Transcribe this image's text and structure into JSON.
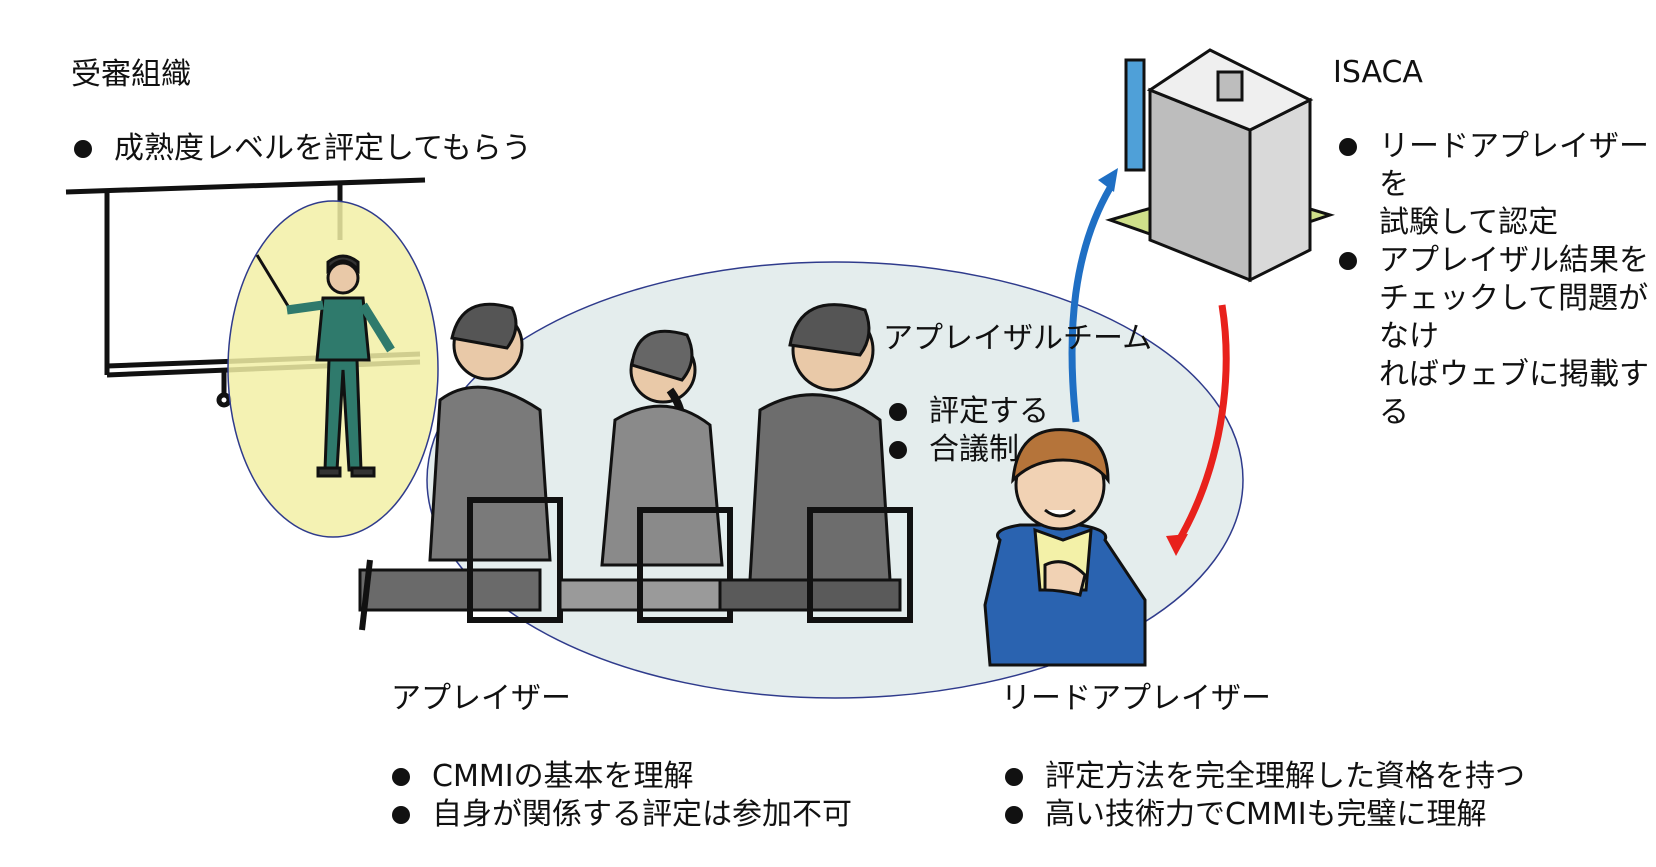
{
  "organization": {
    "title": "受審組織",
    "bullets": [
      "成熟度レベルを評定してもらう"
    ]
  },
  "isaca": {
    "title": "ISACA",
    "bullets": [
      "リードアプレイザーを\n試験して認定",
      "アプレイザル結果を\nチェックして問題がなけ\nればウェブに掲載する"
    ]
  },
  "team": {
    "title": "アプレイザルチーム",
    "bullets": [
      "評定する",
      "合議制"
    ]
  },
  "appraiser": {
    "label": "アプレイザー",
    "bullets": [
      "CMMIの基本を理解",
      "自身が関係する評定は参加不可"
    ]
  },
  "lead_appraiser": {
    "label": "リードアプレイザー",
    "bullets": [
      "評定方法を完全理解した資格を持つ",
      "高い技術力でCMMIも完璧に理解"
    ]
  },
  "colors": {
    "org_ellipse_fill": "#f2f0a6",
    "team_ellipse_fill": "#dde8e8",
    "ellipse_stroke": "#2f3b8c",
    "arrow_up": "#1f6fc4",
    "arrow_down": "#e8211c",
    "suit_blue": "#2a63b0",
    "suit_green": "#2f7a6c",
    "seated_gray": "#6d6d6d"
  },
  "icons": [
    "presenter-icon",
    "screen-icon",
    "building-icon",
    "seated-person-icon",
    "lead-appraiser-person-icon"
  ]
}
